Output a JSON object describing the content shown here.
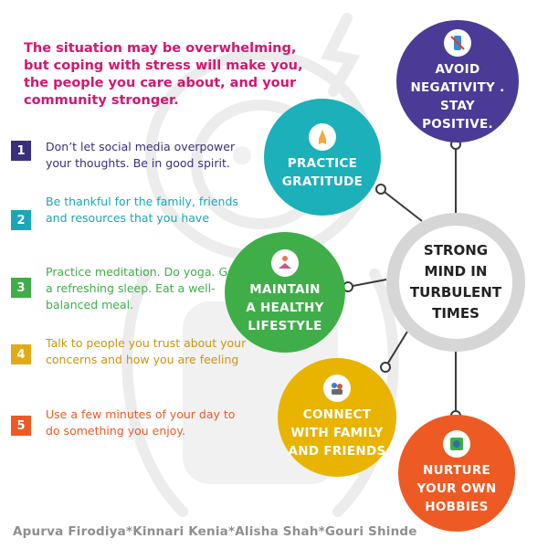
{
  "intro": "The situation may be overwhelming, but coping with stress will make you, the people you care about, and your community stronger.",
  "tips": [
    {
      "num": "1",
      "text": "Don’t let social media overpower your thoughts. Be in good spirit.",
      "color": "#3a2f7f"
    },
    {
      "num": "2",
      "text": "Be thankful for the family, friends and resources that you have",
      "color": "#1aa6b7"
    },
    {
      "num": "3",
      "text": "Practice meditation. Do yoga. Get a refreshing sleep. Eat a well- balanced meal.",
      "color": "#3fae49"
    },
    {
      "num": "4",
      "text": "Talk to people you trust about your concerns and how you are feeling",
      "color": "#e3aa14"
    },
    {
      "num": "5",
      "text": "Use a few minutes of your day to do something you enjoy.",
      "color": "#ee5a24"
    }
  ],
  "center": {
    "label": "STRONG\nMIND IN\nTURBULENT\nTIMES"
  },
  "circles": {
    "avoid": {
      "label": "AVOID\nNEGATIVITY .\nSTAY\nPOSITIVE.",
      "color": "#4b3a96",
      "icon": "no-phone-icon"
    },
    "gratitude": {
      "label": "PRACTICE\nGRATITUDE",
      "color": "#1bb0ba",
      "icon": "praying-hands-icon"
    },
    "healthy": {
      "label": "MAINTAIN\nA HEALTHY\nLIFESTYLE",
      "color": "#3fae49",
      "icon": "yoga-icon"
    },
    "connect": {
      "label": "CONNECT\nWITH FAMILY\nAND FRIENDS",
      "color": "#e8b400",
      "icon": "family-icon"
    },
    "hobbies": {
      "label": "NURTURE\nYOUR OWN\nHOBBIES",
      "color": "#ee5a24",
      "icon": "hobby-icon"
    }
  },
  "credit": "Apurva Firodiya*Kinnari Kenia*Alisha Shah*Gouri Shinde"
}
